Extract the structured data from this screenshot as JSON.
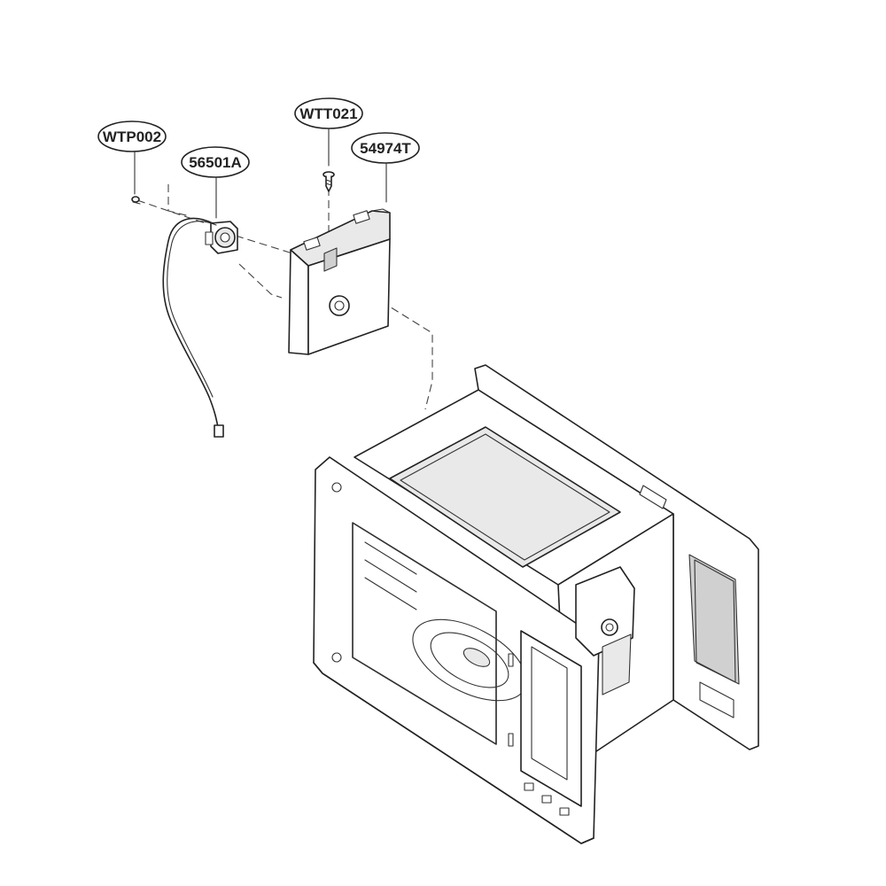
{
  "callouts": {
    "screw_small": "WTP002",
    "sensor": "56501A",
    "screw_top": "WTT021",
    "bracket": "54974T"
  }
}
